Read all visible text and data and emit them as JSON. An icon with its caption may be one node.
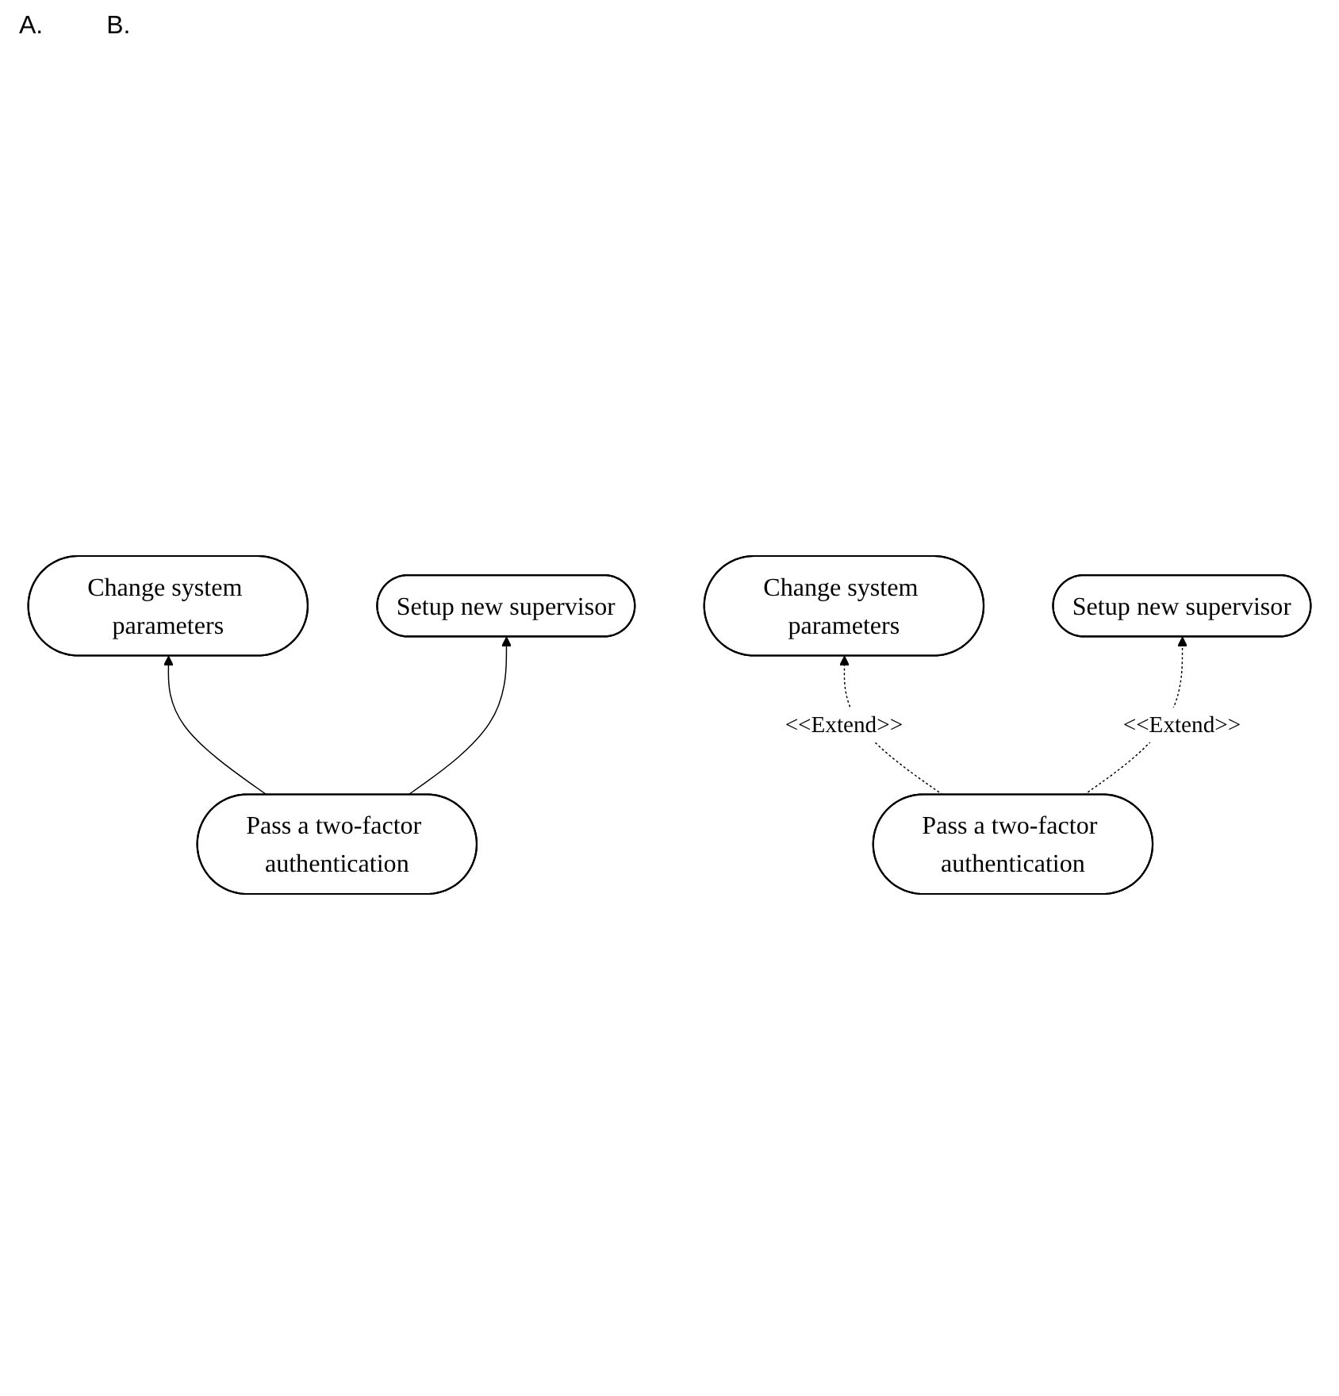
{
  "diagram": {
    "nodes": [
      {
        "text": [
          "Change system parameters"
        ]
      },
      {
        "text": [
          "Setup new supervisor"
        ]
      },
      {
        "text": [
          "Pass a two-factor authentication"
        ]
      },
      {
        "text": [
          "Change system parameters"
        ]
      },
      {
        "text": [
          "Setup new supervisor"
        ]
      },
      {
        "text": [
          "Pass a two-factor authentication"
        ]
      }
    ],
    "edges": [
      {
        "from": 2,
        "to": 0,
        "arrow": "to"
      },
      {
        "from": 2,
        "to": 1,
        "arrow": "to"
      },
      {
        "from": 5,
        "to": 3,
        "arrow": "to",
        "style": "dashed",
        "label": "<<Extend>>"
      },
      {
        "from": 5,
        "to": 4,
        "arrow": "to",
        "style": "dashed",
        "label": "<<Extend>>"
      }
    ],
    "labels": [
      "A.",
      "B."
    ]
  }
}
